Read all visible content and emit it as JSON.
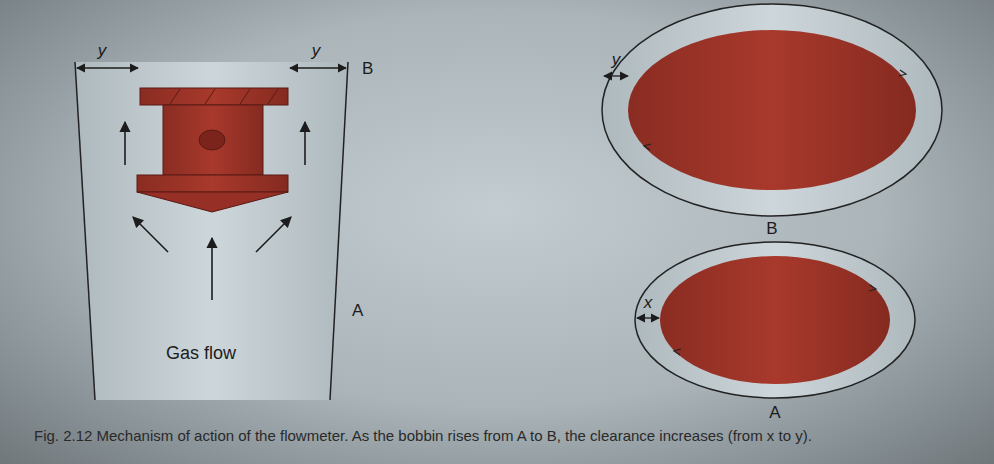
{
  "diagram": {
    "caption": "Fig. 2.12 Mechanism of action of the flowmeter. As the bobbin rises from A to B, the clearance increases (from x to y).",
    "labels": [
      "y",
      "y",
      "B",
      "A",
      "Gas flow",
      "y",
      "B",
      "x",
      "A"
    ]
  }
}
